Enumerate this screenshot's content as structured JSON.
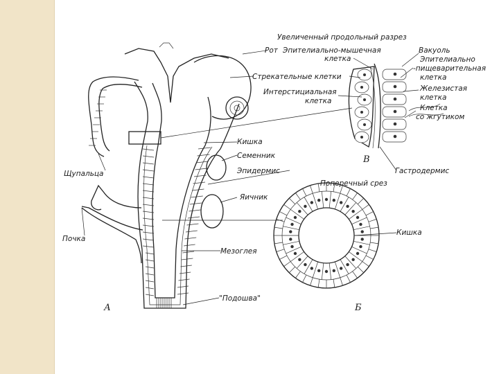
{
  "colors": {
    "page_bg": "#ffffff",
    "side_strip": "#f1e4c8",
    "ink": "#222222"
  },
  "labels": {
    "zoom_title": "Увеличенный продольный разрез",
    "mouth": "Рот",
    "epi_muscle_1": "Эпителиально-мышечная",
    "epi_muscle_2": "клетка",
    "vacuole": "Вакуоль",
    "epi_digest_1": "Эпителиально",
    "epi_digest_2": "-пищеварительная",
    "epi_digest_3": "клетка",
    "stinging": "Стрекательные клетки",
    "glandular_1": "Железистая",
    "glandular_2": "клетка",
    "interstitial_1": "Интерстициальная",
    "interstitial_2": "клетка",
    "flagellum_1": "Клетка",
    "flagellum_2": "со жгутиком",
    "gut_top": "Кишка",
    "testis": "Семенник",
    "letter_v": "В",
    "gastrodermis": "Гастродермис",
    "tentacles": "Щупальца",
    "epidermis": "Эпидермис",
    "cross_section": "Поперечный срез",
    "ovary": "Яичник",
    "bud": "Почка",
    "gut_cross": "Кишка",
    "mesoglea": "Мезоглея",
    "sole": "\"Подошва\"",
    "letter_a": "А",
    "letter_b": "Б"
  }
}
